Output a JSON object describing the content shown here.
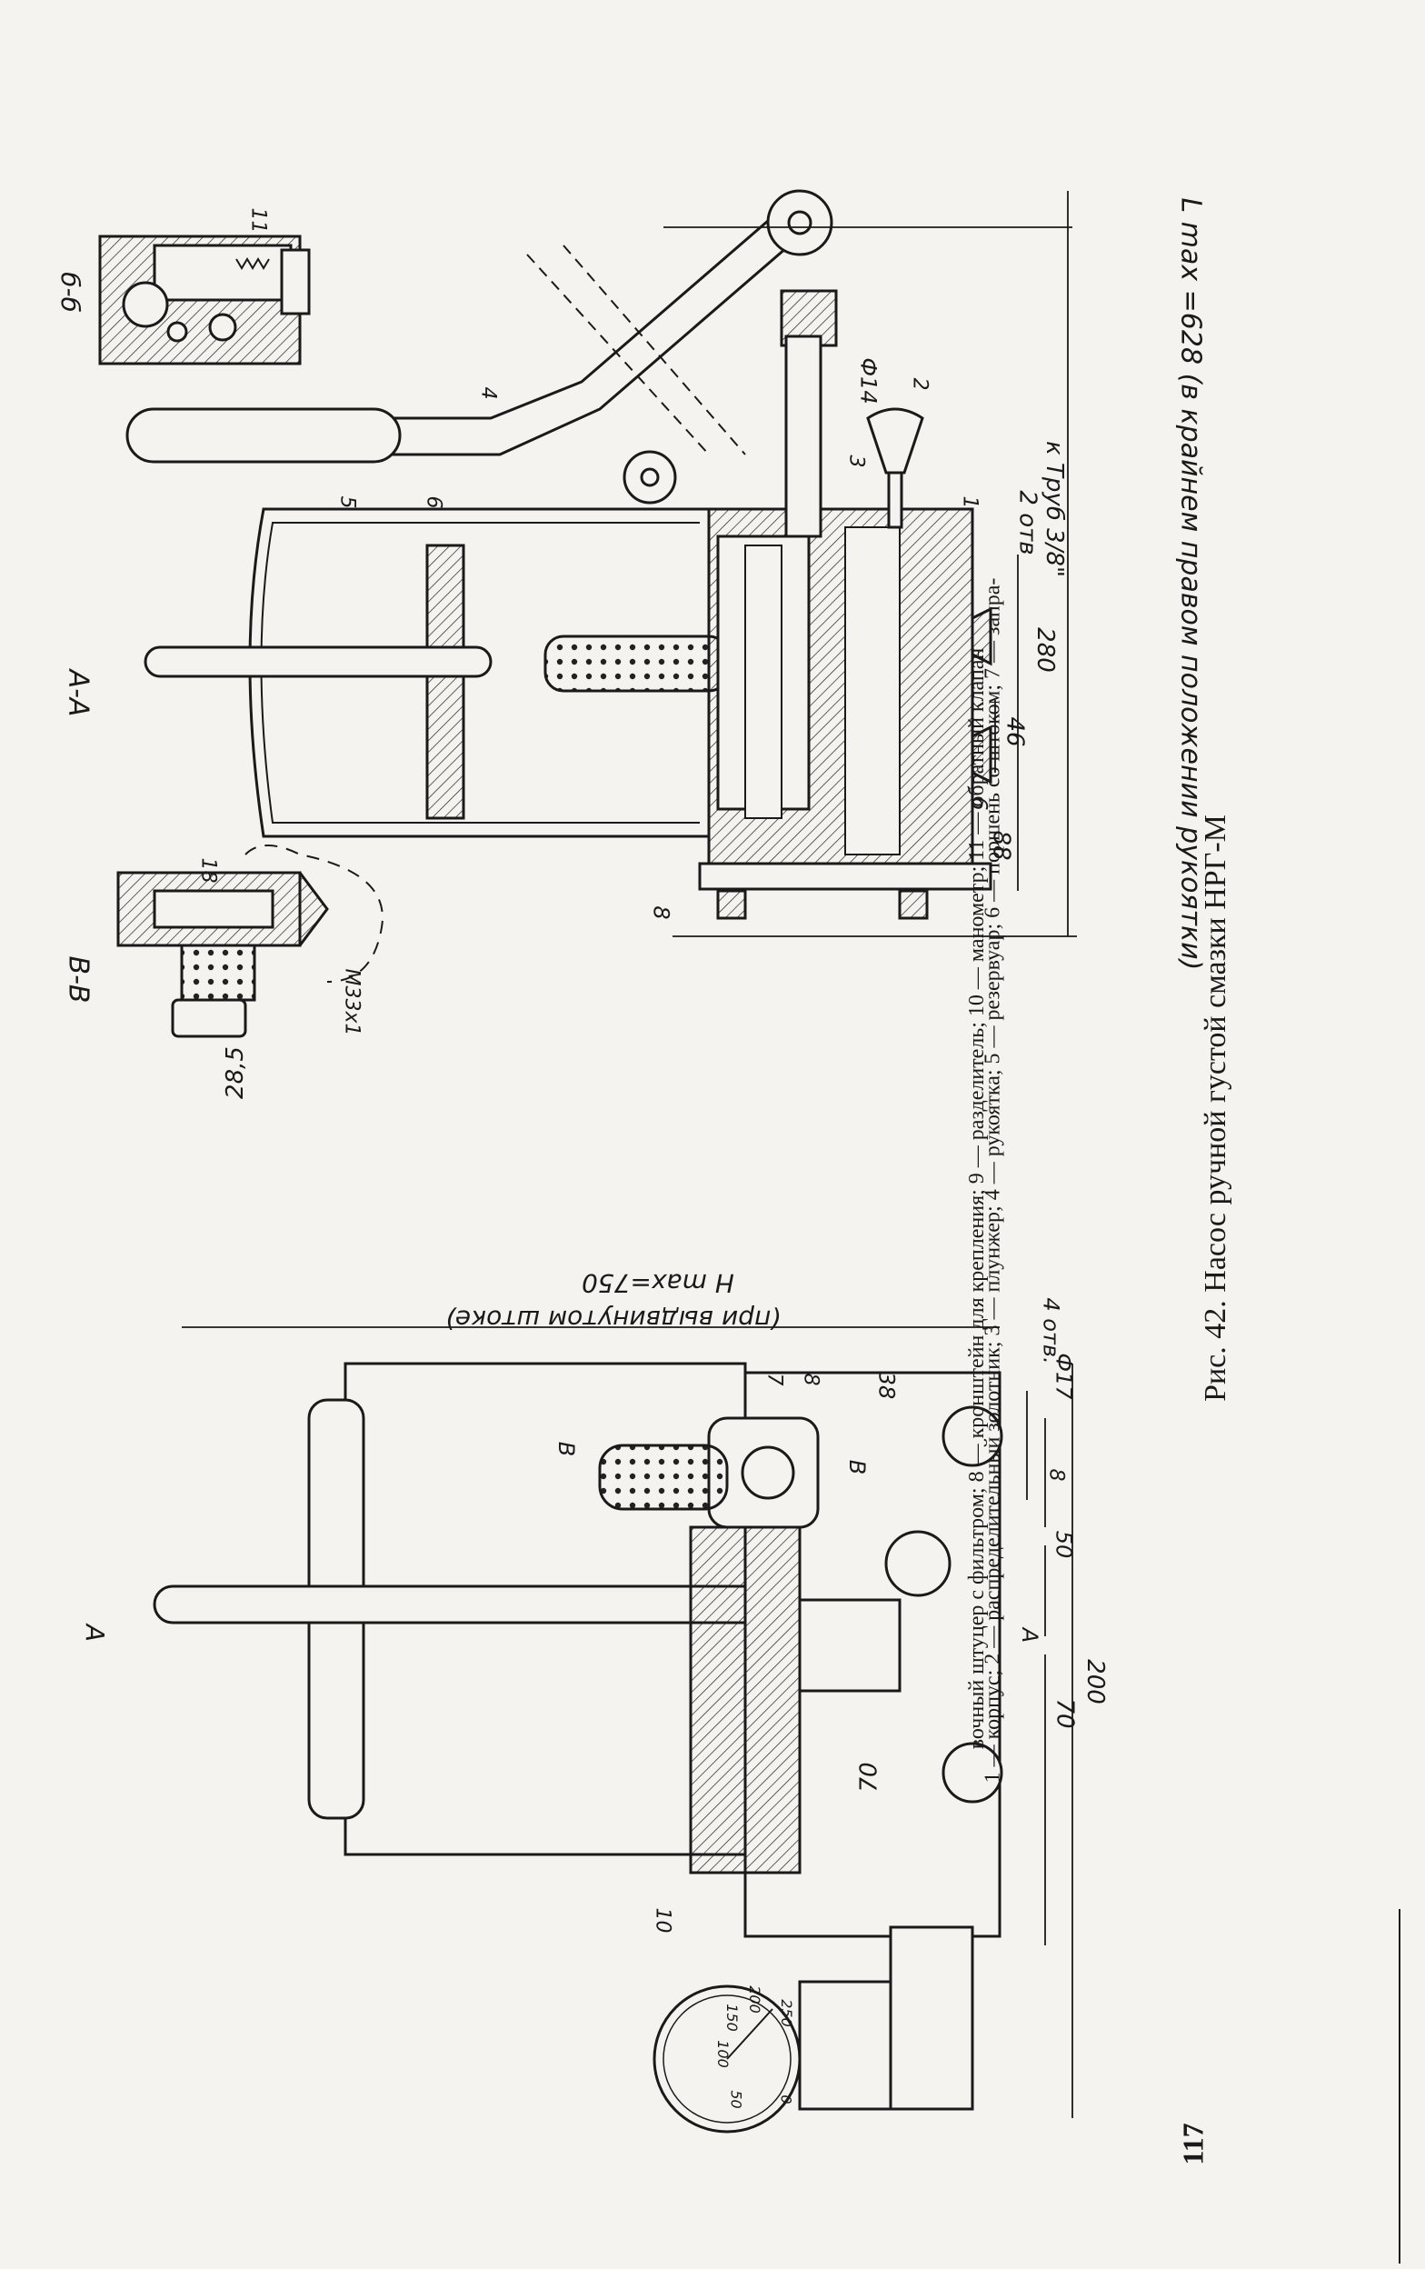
{
  "page_number": "117",
  "caption": {
    "title": "Рис. 42. Насос ручной густой смазки НРГ-М",
    "line1": "1 — корпус; 2 — распределительный золотник; 3 — плунжер; 4 — рукоятка; 5 — резервуар; 6 — поршень со штоком; 7 — запра-",
    "line2": "вочный штуцер с фильтром; 8 — кронштейн для крепления; 9 — разделитель; 10 — манометр; 11 — обратный клапан"
  },
  "section_labels": {
    "aa": "А-А",
    "bb": "В-В",
    "bb_mark": "б-б",
    "cut_a": "А",
    "cut_b": "В"
  },
  "dimensions": {
    "l_max": "L max =628 (в крайнем правом положении рукоятки)",
    "h_max": "H max=750",
    "h_max_note": "(при выдвинутом штоке)",
    "pipe_note_1": "2 отв",
    "pipe_note_2": "к Труб 3/8\"",
    "d14": "Ф14",
    "d280": "280",
    "d46": "46",
    "d88": "88",
    "d6": "6",
    "d8": "8",
    "d18": "18",
    "d28_5": "28,5",
    "m33": "М33х1",
    "holes": "4 отв.",
    "d17": "Ф17",
    "d38": "38",
    "d8b": "8",
    "d50": "50",
    "d200": "200",
    "d70": "70",
    "d70b": "70"
  },
  "part_numbers": [
    "1",
    "2",
    "3",
    "4",
    "5",
    "6",
    "7",
    "8",
    "10",
    "11"
  ],
  "gauge_scale": [
    "50",
    "100",
    "150",
    "200",
    "250",
    "0"
  ]
}
